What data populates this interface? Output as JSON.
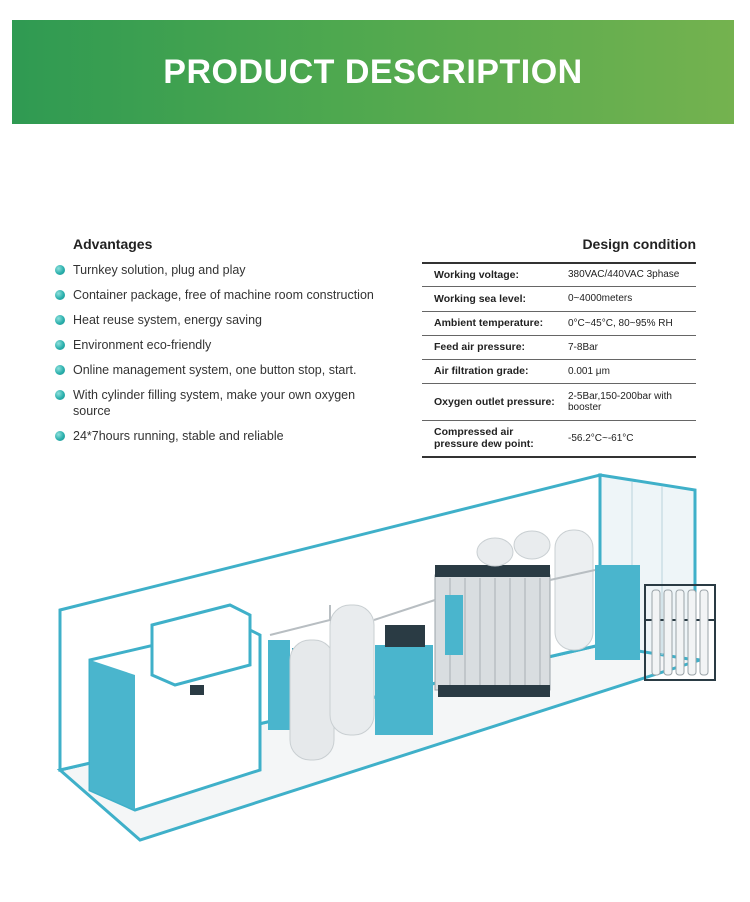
{
  "banner": {
    "title": "PRODUCT DESCRIPTION"
  },
  "advantages": {
    "title": "Advantages",
    "items": [
      "Turnkey solution, plug and play",
      "Container package, free of machine room construction",
      "Heat reuse system, energy saving",
      "Environment eco-friendly",
      "Online management system, one button stop, start.",
      "With cylinder filling system, make your own oxygen source",
      "24*7hours running, stable and reliable"
    ]
  },
  "design": {
    "title": "Design condition",
    "rows": [
      {
        "key": "Working voltage:",
        "value": "380VAC/440VAC 3phase"
      },
      {
        "key": "Working sea level:",
        "value": "0~4000meters"
      },
      {
        "key": "Ambient temperature:",
        "value": "0°C~45°C, 80~95% RH"
      },
      {
        "key": "Feed air pressure:",
        "value": "7-8Bar"
      },
      {
        "key": "Air filtration grade:",
        "value": "0.001 μm"
      },
      {
        "key": "Oxygen outlet pressure:",
        "value": "2-5Bar,150-200bar with booster"
      },
      {
        "key": "Compressed air pressure dew point:",
        "value": "-56.2°C~-61°C"
      }
    ]
  },
  "colors": {
    "banner": "#4ea84f",
    "bullet": "#2bb0ad",
    "container": "#3fb0c9"
  }
}
